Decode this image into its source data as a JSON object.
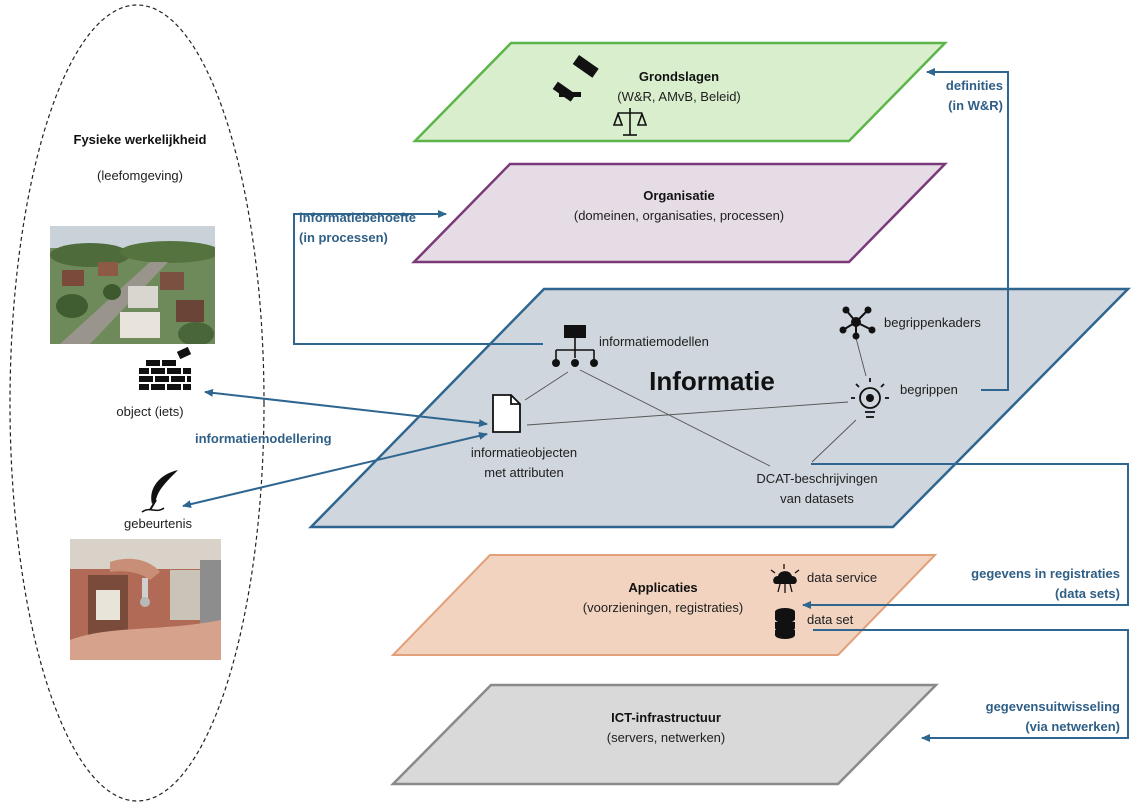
{
  "colors": {
    "connector_blue": "#2f6690",
    "grondslagen_fill": "#d8eecd",
    "grondslagen_stroke": "#5db54a",
    "organisatie_fill": "#e6dce6",
    "organisatie_stroke": "#7a3a7a",
    "informatie_fill": "#cfd6dd",
    "informatie_stroke": "#2f6690",
    "applicaties_fill": "#f1d3c0",
    "applicaties_stroke": "#e2a07a",
    "ict_fill": "#d9d9d9",
    "ict_stroke": "#8a8a8a"
  },
  "physical": {
    "title": "Fysieke werkelijkheid",
    "subtitle": "(leefomgeving)",
    "object_label": "object (iets)",
    "event_label": "gebeurtenis",
    "icons": [
      "brick-wall-icon",
      "quill-icon"
    ]
  },
  "layers": {
    "grondslagen": {
      "title": "Grondslagen",
      "subtitle": "(W&R, AMvB, Beleid)",
      "icons": [
        "gavel-icon",
        "scales-icon"
      ]
    },
    "organisatie": {
      "title": "Organisatie",
      "subtitle": "(domeinen, organisaties, processen)"
    },
    "informatie": {
      "title": "Informatie",
      "nodes": {
        "informatiemodellen": "informatiemodellen",
        "begrippenkaders": "begrippenkaders",
        "begrippen": "begrippen",
        "objecten_line1": "informatieobjecten",
        "objecten_line2": "met attributen",
        "dcat_line1": "DCAT-beschrijvingen",
        "dcat_line2": "van datasets"
      },
      "icons": [
        "hierarchy-icon",
        "network-icon",
        "lightbulb-icon",
        "document-icon"
      ]
    },
    "applicaties": {
      "title": "Applicaties",
      "subtitle": "(voorzieningen, registraties)",
      "data_service": "data service",
      "data_set": "data set",
      "icons": [
        "cloud-icon",
        "database-icon"
      ]
    },
    "ict": {
      "title": "ICT-infrastructuur",
      "subtitle": "(servers, netwerken)"
    }
  },
  "connectors": {
    "definities_line1": "definities",
    "definities_line2": "(in W&R)",
    "informatiebehoefte_line1": "informatiebehoefte",
    "informatiebehoefte_line2": "(in processen)",
    "informatiemodellering": "informatiemodellering",
    "gegevens_line1": "gegevens in registraties",
    "gegevens_line2": "(data sets)",
    "uitwisseling_line1": "gegevensuitwisseling",
    "uitwisseling_line2": "(via netwerken)"
  }
}
